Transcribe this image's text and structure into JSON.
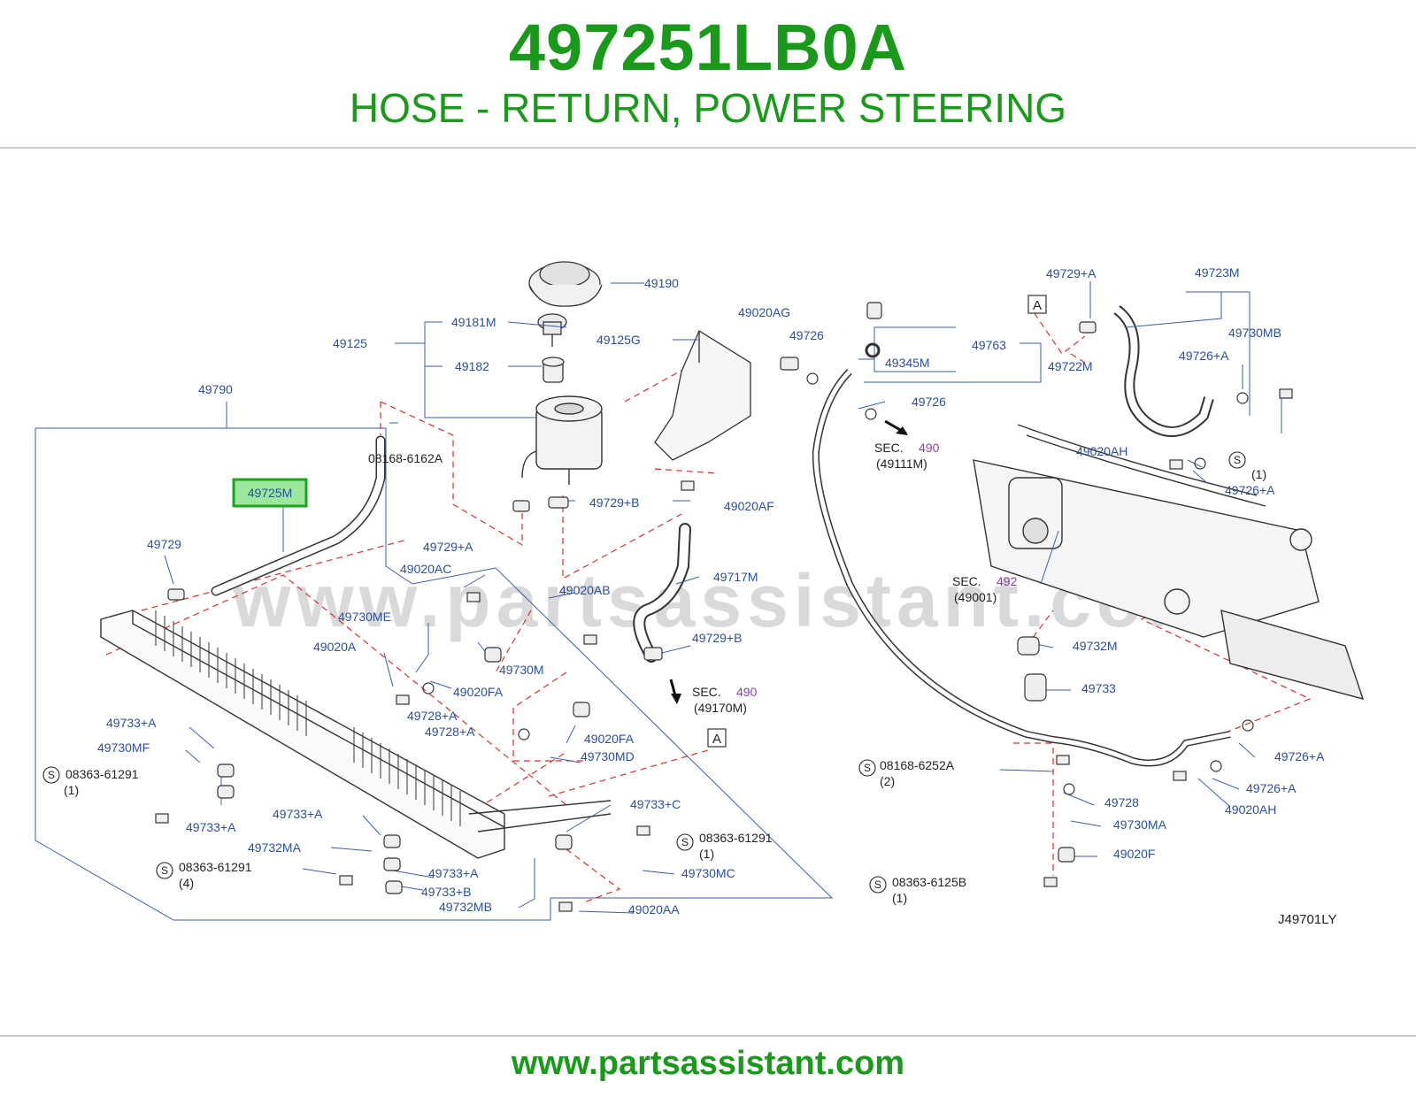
{
  "header": {
    "part_number": "497251LB0A",
    "part_name": "HOSE - RETURN, POWER STEERING"
  },
  "diagram": {
    "watermark": "www.partsassistant.com",
    "diagram_code": "J49701LY",
    "highlighted_part": "49725M",
    "section_refs": [
      {
        "prefix": "SEC.",
        "number": "490",
        "sub": "(49111M)"
      },
      {
        "prefix": "SEC.",
        "number": "490",
        "sub": "(49170M)"
      },
      {
        "prefix": "SEC.",
        "number": "492",
        "sub": "(49001)"
      }
    ],
    "ref_markers": [
      "A",
      "A"
    ],
    "labels": [
      "49190",
      "49181M",
      "49125",
      "49182",
      "49125G",
      "49020AG",
      "49726",
      "49763",
      "49345M",
      "49722M",
      "49726",
      "49729+A",
      "49723M",
      "49730MB",
      "49726+A",
      "49790",
      "49020AH",
      "08168-6162A",
      "(1)",
      "49726+A",
      "49729+B",
      "49020AF",
      "49729+A",
      "49729",
      "49717M",
      "49020AC",
      "49020AB",
      "49730ME",
      "49020A",
      "49730M",
      "49729+B",
      "49020FA",
      "49728+A",
      "49728+A",
      "49732M",
      "49733",
      "49733+A",
      "49730MF",
      "08363-61291",
      "(1)",
      "49020FA",
      "49730MD",
      "08168-6252A",
      "(2)",
      "49733+A",
      "49733+C",
      "08363-61291",
      "(1)",
      "49733+A",
      "49732MA",
      "08363-61291",
      "(4)",
      "49730MC",
      "49733+A",
      "49733+B",
      "49732MB",
      "49020AA",
      "49728",
      "49730MA",
      "49020F",
      "08363-6125B",
      "(1)",
      "49726+A",
      "49726+A",
      "49020AH"
    ]
  },
  "footer": {
    "url": "www.partsassistant.com"
  }
}
